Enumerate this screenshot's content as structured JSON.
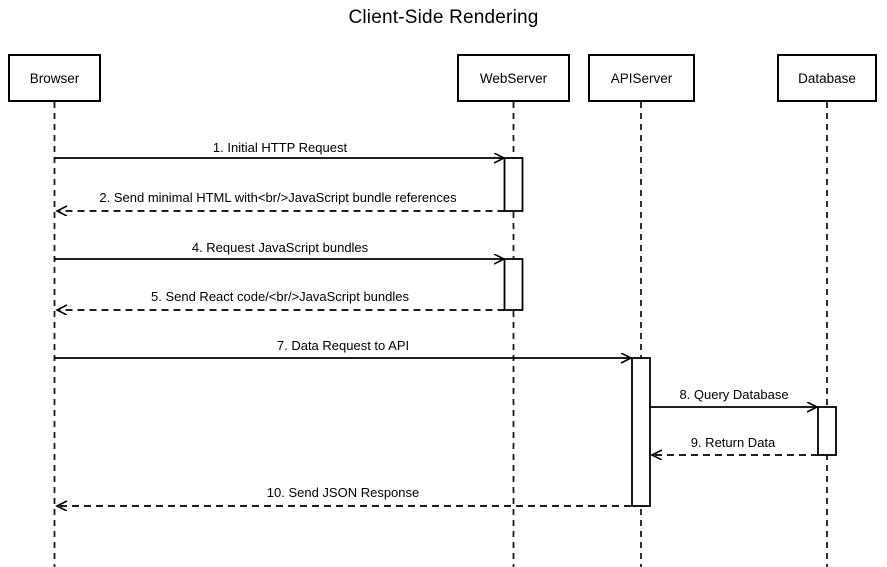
{
  "title": "Client-Side Rendering",
  "diagram_type": "sequence-diagram",
  "colors": {
    "background": "#ffffff",
    "line": "#000000",
    "text": "#000000",
    "actor_fill": "#ffffff"
  },
  "actors": [
    {
      "id": "browser",
      "label": "Browser"
    },
    {
      "id": "webserver",
      "label": "WebServer"
    },
    {
      "id": "apiserver",
      "label": "APIServer"
    },
    {
      "id": "database",
      "label": "Database"
    }
  ],
  "messages": [
    {
      "num": "1",
      "label": "1. Initial HTTP Request",
      "from": "browser",
      "to": "webserver",
      "line": "solid"
    },
    {
      "num": "2",
      "label": "2. Send minimal HTML with<br/>JavaScript bundle references",
      "from": "webserver",
      "to": "browser",
      "line": "dashed"
    },
    {
      "num": "4",
      "label": "4. Request JavaScript bundles",
      "from": "browser",
      "to": "webserver",
      "line": "solid"
    },
    {
      "num": "5",
      "label": "5. Send React code/<br/>JavaScript bundles",
      "from": "webserver",
      "to": "browser",
      "line": "dashed"
    },
    {
      "num": "7",
      "label": "7. Data Request to API",
      "from": "browser",
      "to": "apiserver",
      "line": "solid"
    },
    {
      "num": "8",
      "label": "8. Query Database",
      "from": "apiserver",
      "to": "database",
      "line": "solid"
    },
    {
      "num": "9",
      "label": "9. Return Data",
      "from": "database",
      "to": "apiserver",
      "line": "dashed"
    },
    {
      "num": "10",
      "label": "10. Send JSON Response",
      "from": "apiserver",
      "to": "browser",
      "line": "dashed"
    }
  ]
}
